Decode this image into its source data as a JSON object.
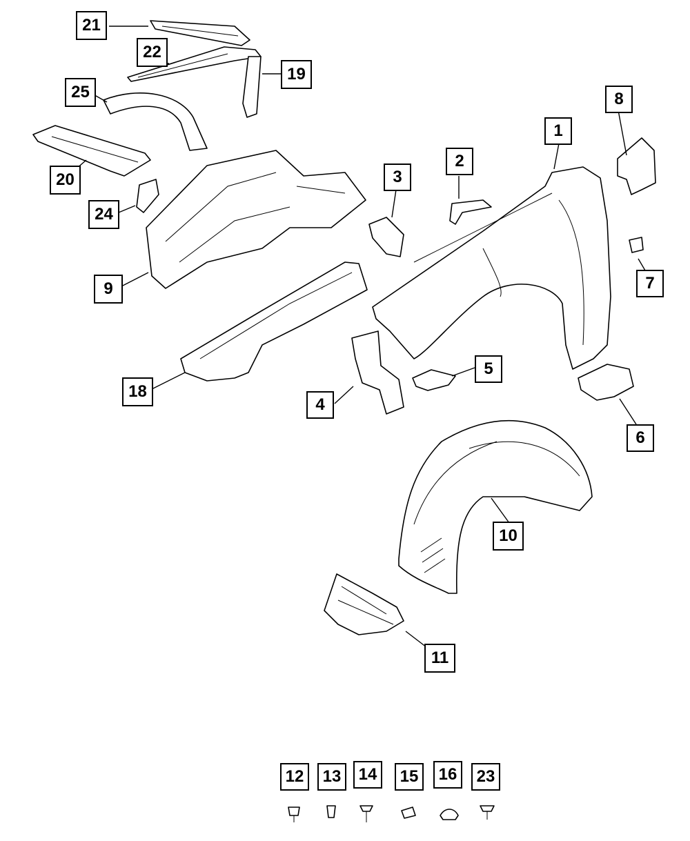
{
  "callouts": [
    {
      "id": "c1",
      "label": "1"
    },
    {
      "id": "c2",
      "label": "2"
    },
    {
      "id": "c3",
      "label": "3"
    },
    {
      "id": "c4",
      "label": "4"
    },
    {
      "id": "c5",
      "label": "5"
    },
    {
      "id": "c6",
      "label": "6"
    },
    {
      "id": "c7",
      "label": "7"
    },
    {
      "id": "c8",
      "label": "8"
    },
    {
      "id": "c9",
      "label": "9"
    },
    {
      "id": "c10",
      "label": "10"
    },
    {
      "id": "c11",
      "label": "11"
    },
    {
      "id": "c12",
      "label": "12"
    },
    {
      "id": "c13",
      "label": "13"
    },
    {
      "id": "c14",
      "label": "14"
    },
    {
      "id": "c15",
      "label": "15"
    },
    {
      "id": "c16",
      "label": "16"
    },
    {
      "id": "c18",
      "label": "18"
    },
    {
      "id": "c19",
      "label": "19"
    },
    {
      "id": "c20",
      "label": "20"
    },
    {
      "id": "c21",
      "label": "21"
    },
    {
      "id": "c22",
      "label": "22"
    },
    {
      "id": "c23",
      "label": "23"
    },
    {
      "id": "c24",
      "label": "24"
    },
    {
      "id": "c25",
      "label": "25"
    }
  ]
}
